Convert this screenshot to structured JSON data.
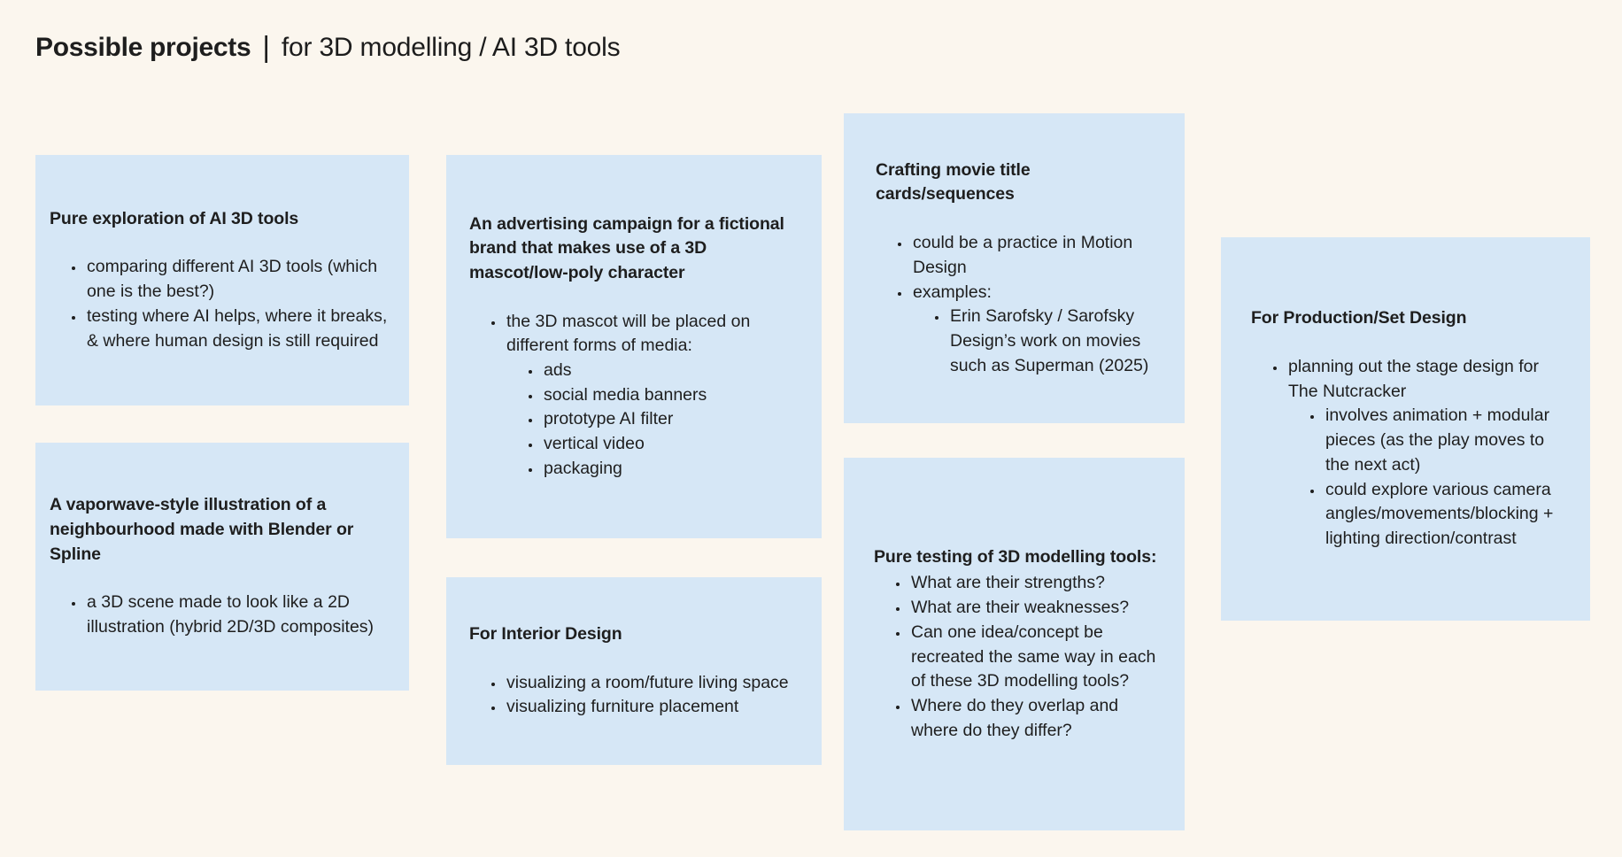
{
  "page": {
    "title_bold": "Possible projects",
    "title_separator": "|",
    "title_rest": "for 3D modelling / AI 3D tools"
  },
  "colors": {
    "background": "#FBF6EE",
    "card": "#D6E7F6",
    "text": "#1E1E1E"
  },
  "cards": [
    {
      "id": "pure-exploration",
      "title": "Pure exploration of AI 3D tools",
      "items": [
        {
          "text": "comparing different AI 3D tools (which one is the best?)"
        },
        {
          "text": "testing where AI helps, where it breaks, & where human design is still required"
        }
      ]
    },
    {
      "id": "vaporwave-illustration",
      "title": "A vaporwave-style illustration of a neighbourhood made with Blender or Spline",
      "items": [
        {
          "text": "a 3D scene made to look like a 2D illustration (hybrid 2D/3D composites)"
        }
      ]
    },
    {
      "id": "advertising-campaign",
      "title": "An advertising campaign for a fictional brand that makes use of a 3D mascot/low-poly character",
      "items": [
        {
          "text": "the 3D mascot will be placed on different forms of media:",
          "children": [
            "ads",
            "social media banners",
            "prototype AI filter",
            "vertical video",
            "packaging"
          ]
        }
      ]
    },
    {
      "id": "interior-design",
      "title": "For Interior Design",
      "items": [
        {
          "text": "visualizing a room/future living space"
        },
        {
          "text": "visualizing furniture placement"
        }
      ]
    },
    {
      "id": "movie-title-cards",
      "title": "Crafting movie title cards/sequences",
      "items": [
        {
          "text": "could be a practice in Motion Design"
        },
        {
          "text": "examples:",
          "children": [
            "Erin Sarofsky / Sarofsky Design’s work on movies such as Superman (2025)"
          ]
        }
      ]
    },
    {
      "id": "pure-testing",
      "title": "Pure testing of 3D modelling tools:",
      "items": [
        {
          "text": "What are their strengths?"
        },
        {
          "text": "What are their weaknesses?"
        },
        {
          "text": "Can one idea/concept be recreated the same way in each of these 3D modelling tools?"
        },
        {
          "text": "Where do they overlap and where do they differ?"
        }
      ]
    },
    {
      "id": "production-set-design",
      "title": "For Production/Set Design",
      "items": [
        {
          "text": "planning out the stage design for The Nutcracker",
          "children": [
            "involves animation + modular pieces (as the play moves to the next act)",
            "could explore various camera angles/movements/blocking + lighting direction/contrast"
          ]
        }
      ]
    }
  ]
}
